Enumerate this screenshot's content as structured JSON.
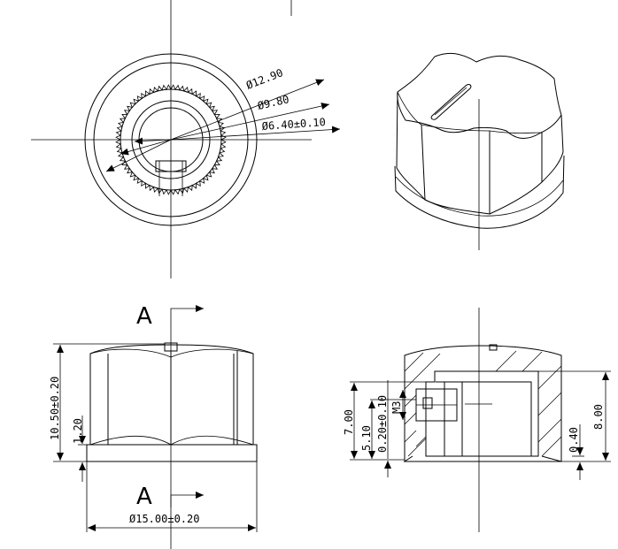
{
  "labels": {
    "dia_outer": "Ø12.90",
    "dia_mid": "Ø9.80",
    "dia_bore": "Ø6.40±0.10",
    "section_letter_top": "A",
    "section_letter_bottom": "A",
    "height_total": "10.50±0.20",
    "skirt_height": "1.20",
    "base_diameter": "Ø15.00±0.20",
    "depth_7": "7.00",
    "depth_5": "5.10",
    "insert_tol": "0.20±0.10",
    "thread": "M3",
    "height_8": "8.00",
    "base_gap": "0.40"
  },
  "colors": {
    "line": "#000000",
    "background": "#ffffff"
  }
}
